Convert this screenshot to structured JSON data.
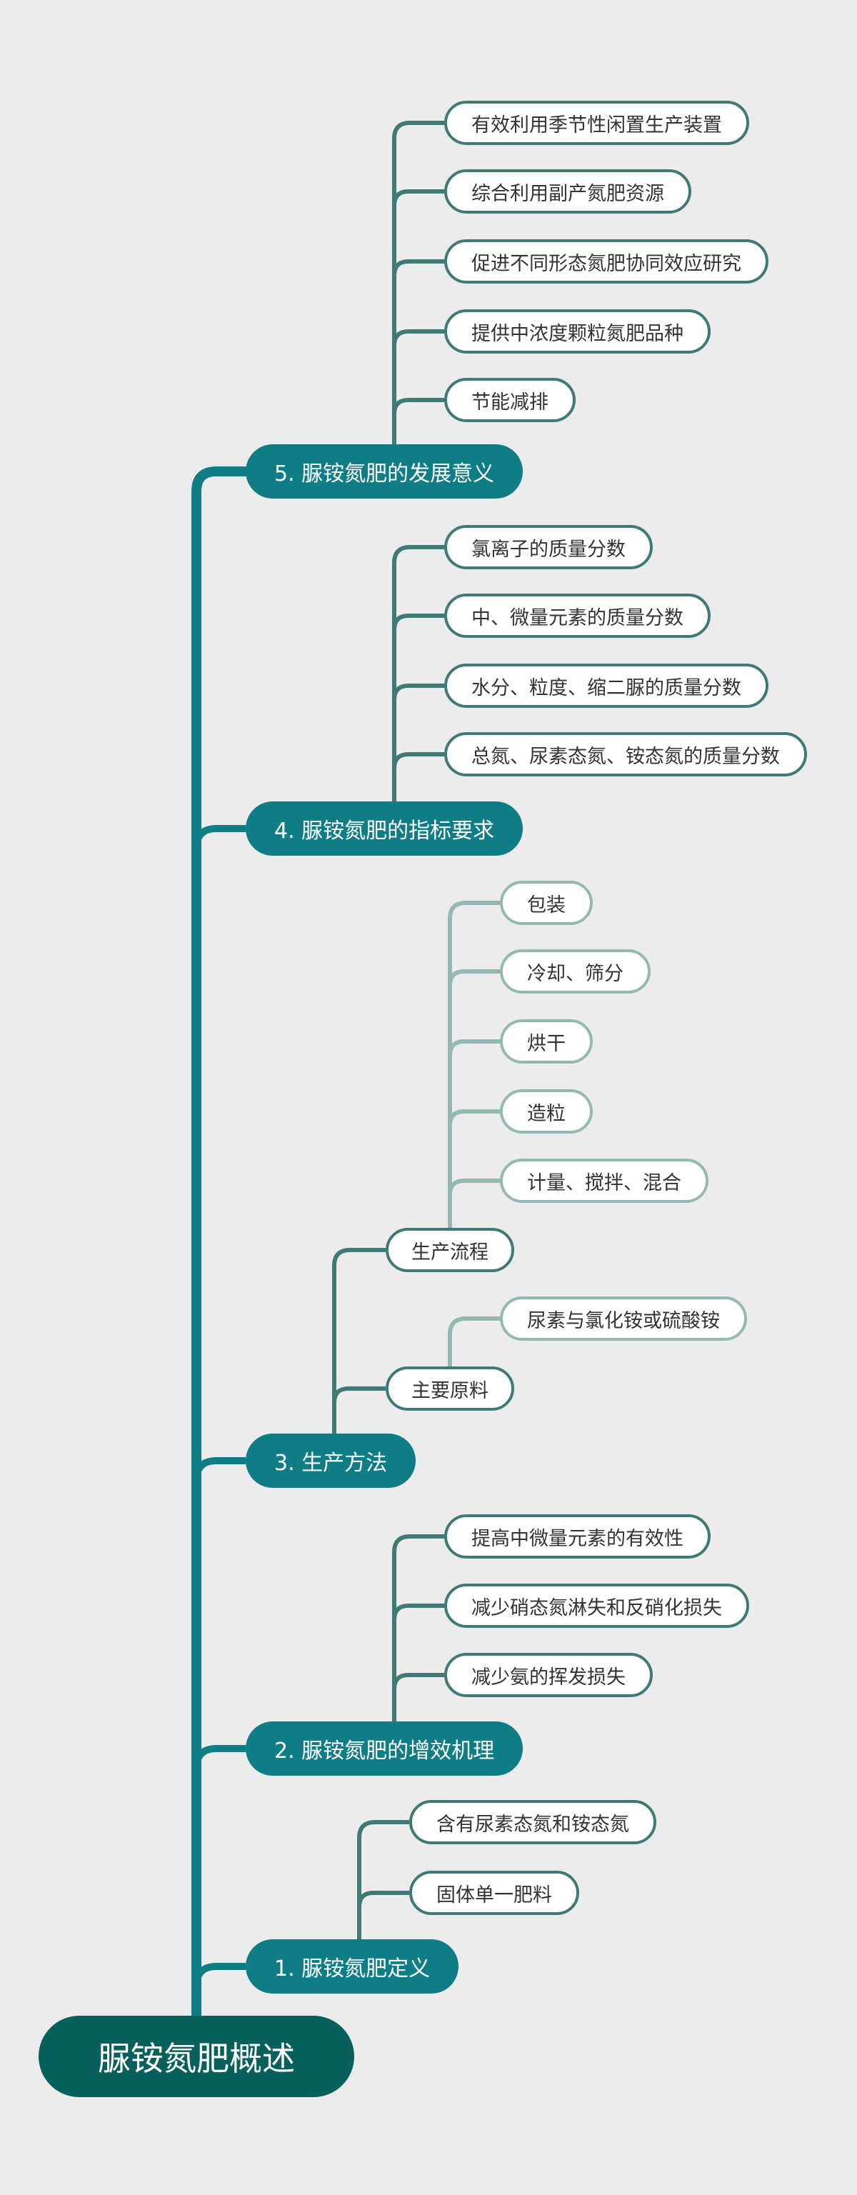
{
  "mindmap": {
    "root": "脲铵氮肥概述",
    "branches": [
      {
        "label": "5. 脲铵氮肥的发展意义",
        "items": [
          "有效利用季节性闲置生产装置",
          "综合利用副产氮肥资源",
          "促进不同形态氮肥协同效应研究",
          "提供中浓度颗粒氮肥品种",
          "节能减排"
        ]
      },
      {
        "label": "4. 脲铵氮肥的指标要求",
        "items": [
          "氯离子的质量分数",
          "中、微量元素的质量分数",
          "水分、粒度、缩二脲的质量分数",
          "总氮、尿素态氮、铵态氮的质量分数"
        ]
      },
      {
        "label": "3. 生产方法",
        "groups": [
          {
            "label": "生产流程",
            "items": [
              "包装",
              "冷却、筛分",
              "烘干",
              "造粒",
              "计量、搅拌、混合"
            ]
          },
          {
            "label": "主要原料",
            "items": [
              "尿素与氯化铵或硫酸铵"
            ]
          }
        ]
      },
      {
        "label": "2. 脲铵氮肥的增效机理",
        "items": [
          "提高中微量元素的有效性",
          "减少硝态氮淋失和反硝化损失",
          "减少氨的挥发损失"
        ]
      },
      {
        "label": "1. 脲铵氮肥定义",
        "items": [
          "含有尿素态氮和铵态氮",
          "固体单一肥料"
        ]
      }
    ]
  },
  "colors": {
    "background": "#ececec",
    "root_fill": "#07605b",
    "branch_fill": "#0f7d86",
    "trunk_line": "#0f7d86",
    "leaf_border": "#3f7a76",
    "sub_leaf_border": "#94b9b2"
  }
}
